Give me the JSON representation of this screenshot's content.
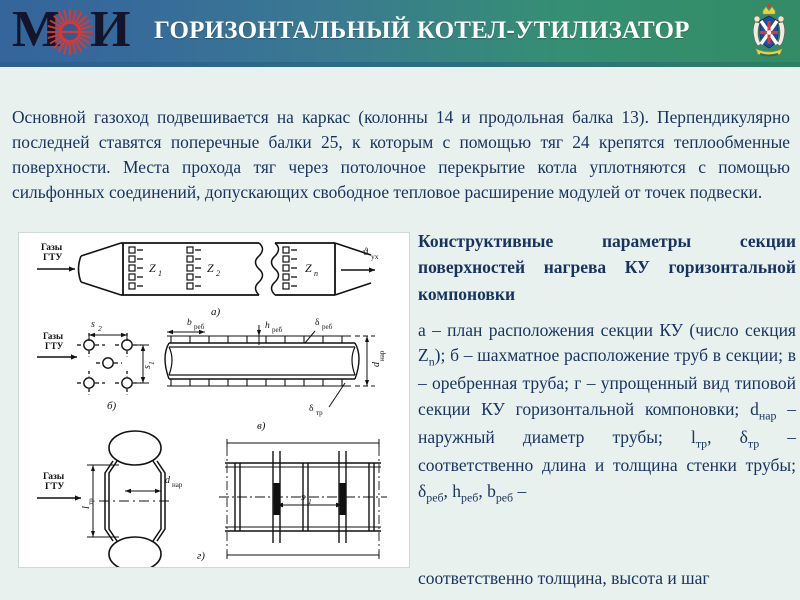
{
  "header": {
    "title": "ГОРИЗОНТАЛЬНЫЙ КОТЕЛ-УТИЛИЗАТОР",
    "logo_left": "М",
    "logo_right": "И",
    "logo_name": "МЭИ",
    "emblem_name": "mpei-coat-of-arms",
    "color_left": "#35659b",
    "color_right": "#338c66"
  },
  "intro": {
    "text": "Основной газоход подвешивается на каркас (колонны 14 и продольная балка 13). Перпендикулярно последней ставятся поперечные балки 25, к которым с помощью тяг 24 крепятся теплообменные поверхности. Места прохода тяг через потолочное перекрытие котла уплотняются с помощью сильфонных соединений, допускающих свободное тепловое расширение модулей от точек подвески."
  },
  "caption": {
    "title": "Конструктивные параметры секции поверхностей нагрева КУ горизонтальной компоновки",
    "body_part1": "а – план расположения секции КУ (число секция Z",
    "body_sub1": "n",
    "body_part2": "); б – шахматное расположение труб в секции; в – оребренная труба; г – упрощенный вид типовой секции КУ горизонтальной компоновки; d",
    "body_sub2": "нар",
    "body_part3": " – наружный диаметр трубы; l",
    "body_sub3": "тр",
    "body_part4": ", δ",
    "body_sub4": "тр",
    "body_part5": " – соответственно длина и толщина стенки трубы; δ",
    "body_sub5": "реб",
    "body_part6": ", h",
    "body_sub6": "реб",
    "body_part7": ", b",
    "body_sub7": "реб",
    "body_part8": " –",
    "overflow": "соответственно толщина, высота и шаг"
  },
  "figure": {
    "name": "ku-section-parameters-diagram",
    "panels": [
      {
        "id": "a",
        "label": "а)",
        "description": "План расположения секции КУ"
      },
      {
        "id": "b",
        "label": "б)",
        "description": "Шахматное расположение труб в секции"
      },
      {
        "id": "v",
        "label": "в)",
        "description": "Оребренная труба"
      },
      {
        "id": "g",
        "label": "г)",
        "description": "Упрощенный вид типовой секции КУ"
      }
    ],
    "labels": {
      "gases_line1": "Газы",
      "gases_line2": "ГТУ",
      "z1": "Z",
      "z1_sub": "1",
      "z2": "Z",
      "z2_sub": "2",
      "zn": "Z",
      "zn_sub": "n",
      "theta": "ϑ",
      "theta_sub": "ух",
      "s1": "s",
      "s1_sub": "1",
      "s2": "s",
      "s2_sub": "2",
      "b_reb": "b",
      "b_reb_sub": "реб",
      "h_reb": "h",
      "h_reb_sub": "реб",
      "delta_reb": "δ",
      "delta_reb_sub": "реб",
      "delta_tr": "δ",
      "delta_tr_sub": "тр",
      "d_nar": "d",
      "d_nar_sub": "нар",
      "l_tr": "l",
      "l_tr_sub": "тр"
    }
  }
}
